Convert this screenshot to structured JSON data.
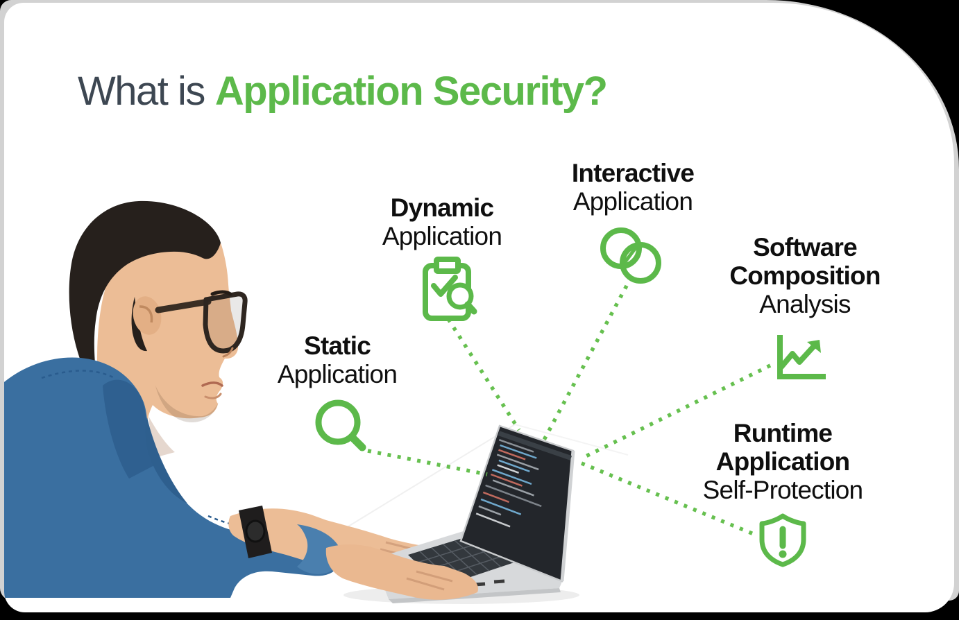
{
  "title": {
    "prefix": "What is",
    "highlight": "Application Security?"
  },
  "categories": [
    {
      "name": "Static Application",
      "bold_lines": [
        "Static"
      ],
      "regular_lines": [
        "Application"
      ],
      "icon": "magnifier-icon"
    },
    {
      "name": "Dynamic Application",
      "bold_lines": [
        "Dynamic"
      ],
      "regular_lines": [
        "Application"
      ],
      "icon": "clipboard-check-search-icon"
    },
    {
      "name": "Interactive Application",
      "bold_lines": [
        "Interactive"
      ],
      "regular_lines": [
        "Application"
      ],
      "icon": "overlapping-circles-icon"
    },
    {
      "name": "Software Composition Analysis",
      "bold_lines": [
        "Software",
        "Composition"
      ],
      "regular_lines": [
        "Analysis"
      ],
      "icon": "trend-chart-icon"
    },
    {
      "name": "Runtime Application Self-Protection",
      "bold_lines": [
        "Runtime",
        "Application"
      ],
      "regular_lines": [
        "Self-Protection"
      ],
      "icon": "shield-alert-icon"
    }
  ],
  "illustration": {
    "subject": "Man in blue denim shirt and glasses typing code on a laptop"
  },
  "colors": {
    "accent_green": "#5cb94a",
    "dotted_line_green": "#66c04f",
    "title_dark": "#3d4752",
    "label_black": "#0f0f0f",
    "card_white": "#ffffff",
    "frame_gray": "#d2d2d2",
    "page_black": "#000000",
    "shirt_blue": "#3a6fa0",
    "screen_dark": "#23262b"
  }
}
